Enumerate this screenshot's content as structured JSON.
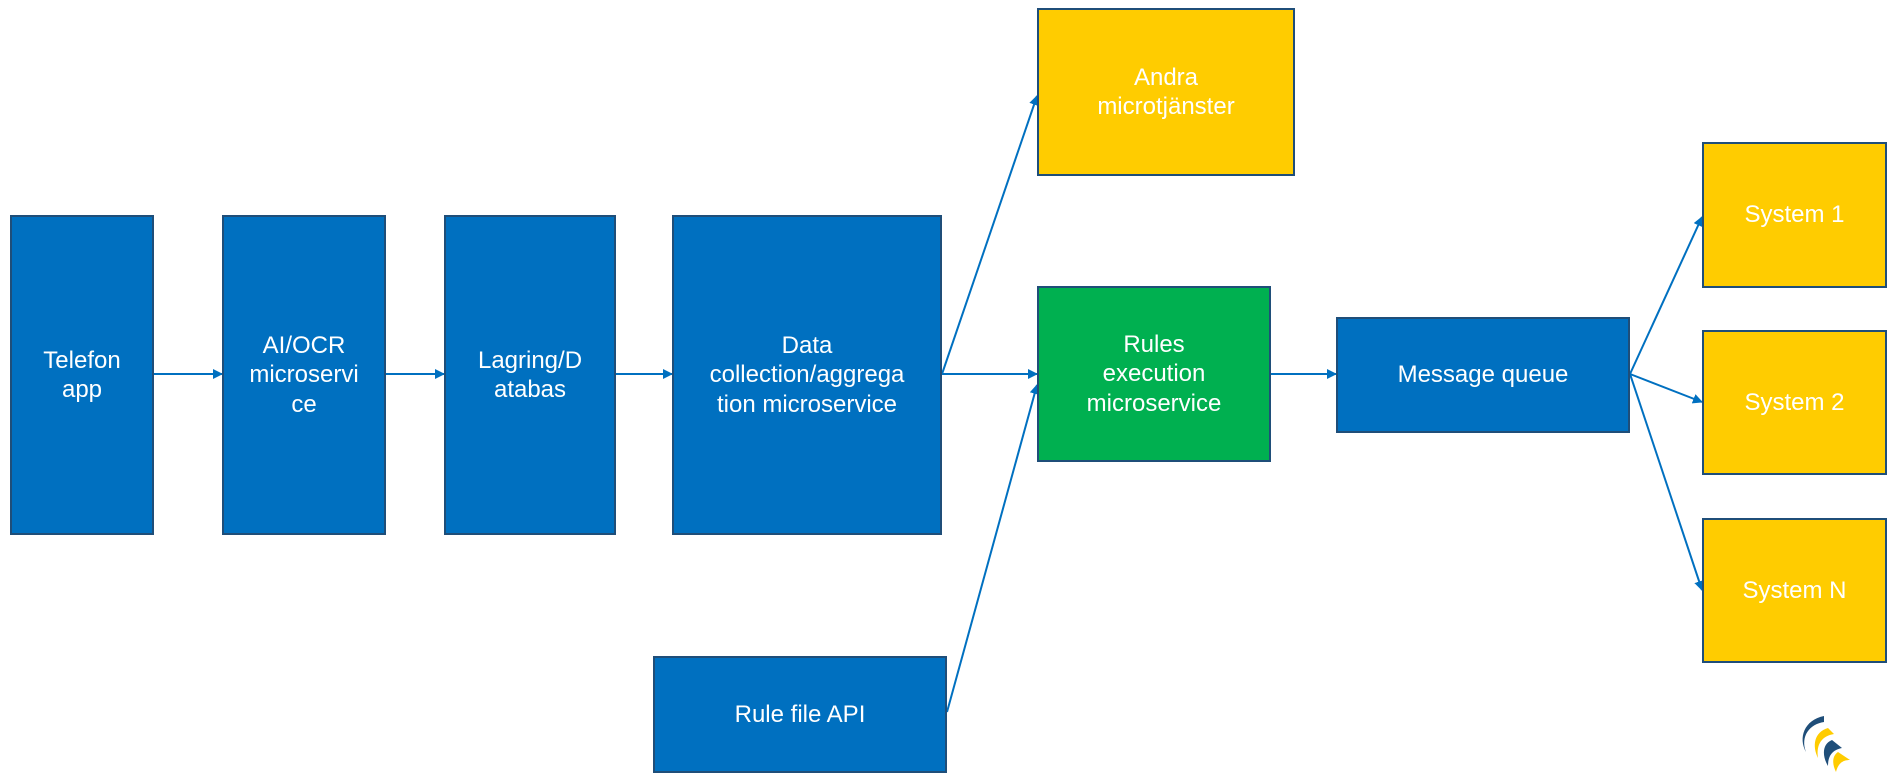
{
  "nodes": {
    "telefon": "Telefon\napp",
    "ocr": "AI/OCR\nmicroservi\nce",
    "lagring": "Lagring/D\natabas",
    "datacollection": "Data\ncollection/aggrega\ntion microservice",
    "andra": "Andra\nmicrotjänster",
    "rules": "Rules\nexecution\nmicroservice",
    "rulefile": "Rule file API",
    "queue": "Message queue",
    "system1": "System 1",
    "system2": "System 2",
    "systemN": "System N"
  },
  "edges": [
    {
      "from": "telefon",
      "to": "ocr"
    },
    {
      "from": "ocr",
      "to": "lagring"
    },
    {
      "from": "lagring",
      "to": "datacollection"
    },
    {
      "from": "datacollection",
      "to": "rules"
    },
    {
      "from": "datacollection",
      "to": "andra"
    },
    {
      "from": "rulefile",
      "to": "rules"
    },
    {
      "from": "rules",
      "to": "queue"
    },
    {
      "from": "queue",
      "to": "system1"
    },
    {
      "from": "queue",
      "to": "system2"
    },
    {
      "from": "queue",
      "to": "systemN"
    }
  ],
  "colors": {
    "service_blue": "#0070c0",
    "external_yellow": "#ffcc00",
    "rules_green": "#00b050",
    "border": "#1f4e79",
    "arrow": "#0070c0"
  }
}
